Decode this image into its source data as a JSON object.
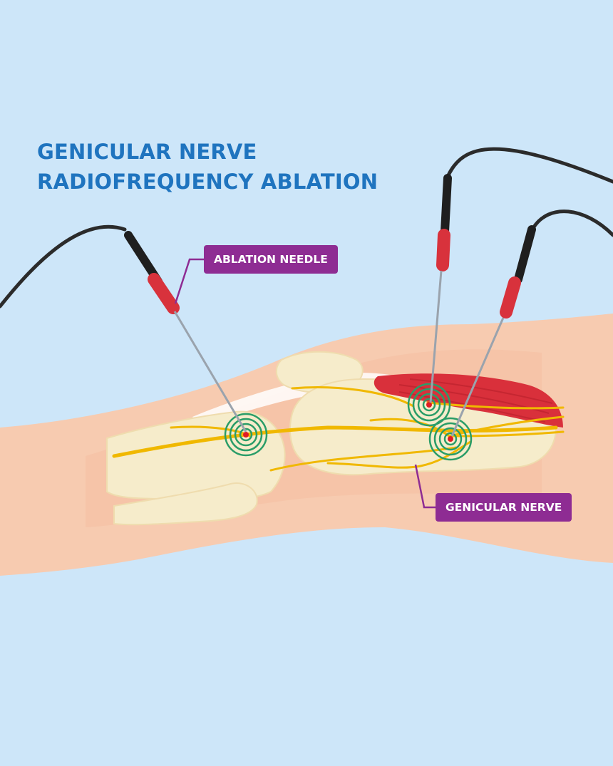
{
  "title": {
    "line1": "GENICULAR NERVE",
    "line2": "RADIOFREQUENCY ABLATION"
  },
  "labels": {
    "ablation_needle": "ABLATION NEEDLE",
    "genicular_nerve": "GENICULAR NERVE"
  },
  "colors": {
    "background": "#cde6f9",
    "title": "#1f74bf",
    "label_bg": "#8e2c93",
    "skin": "#f7cbb0",
    "bone": "#f6eccb",
    "nerve": "#f0b800",
    "muscle": "#d9303b",
    "needle_hub": "#d8323c",
    "cable": "#2b2b2b",
    "ablation_ring": "#2a9d68"
  }
}
